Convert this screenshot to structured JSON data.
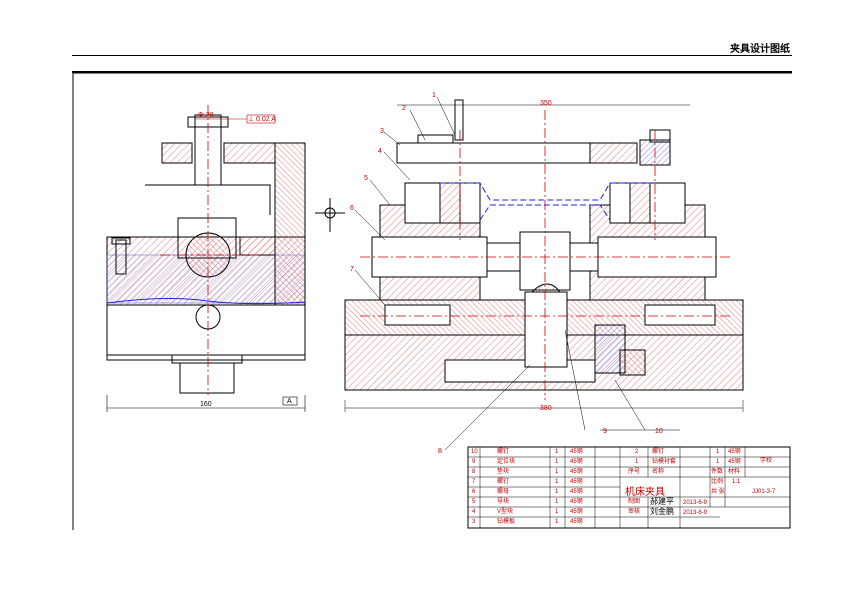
{
  "header": {
    "title": "夹具设计图纸"
  },
  "drawing": {
    "left_view": {
      "top_dim_label": "Φ·28",
      "tolerance_label": "⊥ 0.02 A",
      "width_dim_label": "160",
      "datum_label": "A"
    },
    "front_view": {
      "top_dim_label": "350",
      "bottom_dim_label": "380",
      "part_numbers": [
        "1",
        "2",
        "3",
        "4",
        "5",
        "6",
        "7",
        "8",
        "9",
        "10"
      ]
    }
  },
  "title_block": {
    "rows": [
      {
        "no": "10",
        "name": "螺钉",
        "qty": "1",
        "material": "45钢"
      },
      {
        "no": "9",
        "name": "定位块",
        "qty": "1",
        "material": "45钢"
      },
      {
        "no": "8",
        "name": "垫块",
        "qty": "1",
        "material": "45钢"
      },
      {
        "no": "7",
        "name": "螺钉",
        "qty": "1",
        "material": "45钢"
      },
      {
        "no": "6",
        "name": "螺母",
        "qty": "1",
        "material": "45钢"
      },
      {
        "no": "5",
        "name": "导块",
        "qty": "1",
        "material": "45钢"
      },
      {
        "no": "4",
        "name": "V型块",
        "qty": "1",
        "material": "45钢"
      },
      {
        "no": "3",
        "name": "钻模板",
        "qty": "1",
        "material": "45钢"
      }
    ],
    "upper_right": [
      {
        "no": "2",
        "name": "螺钉",
        "qty": "1",
        "material": "45钢"
      },
      {
        "no": "1",
        "name": "钻模衬套",
        "qty": "1",
        "material": "45钢"
      }
    ],
    "header_cells": {
      "seq": "序号",
      "name": "名称",
      "qty": "件数",
      "material": "材料"
    },
    "drawing_name": "机床夹具",
    "designer_label": "制图",
    "designer": "郝建平",
    "checker_label": "审核",
    "checker": "刘金鹏",
    "scale_label": "比例",
    "scale": "1:1",
    "sheet_label": "共 张",
    "school": "学校",
    "date1": "2013-6-9",
    "date2": "2013-6-9",
    "code": "JJ01-3-7"
  }
}
